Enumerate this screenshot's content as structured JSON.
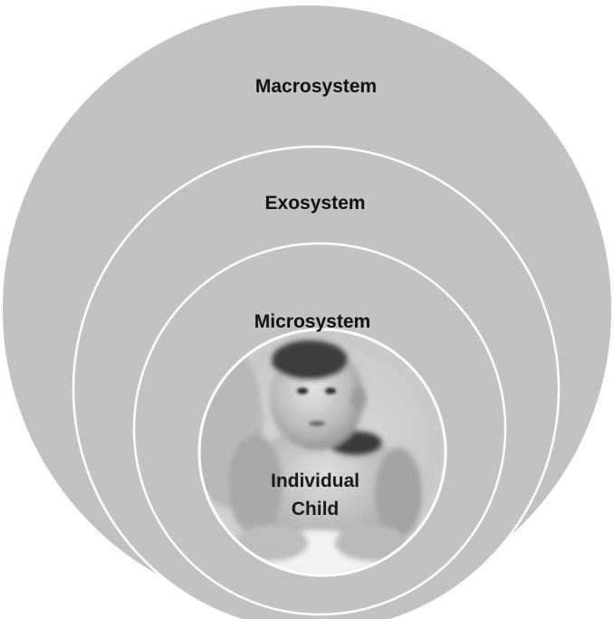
{
  "diagram": {
    "rings": [
      {
        "id": "macrosystem",
        "label": "Macrosystem"
      },
      {
        "id": "exosystem",
        "label": "Exosystem"
      },
      {
        "id": "microsystem",
        "label": "Microsystem"
      }
    ],
    "center": {
      "line1": "Individual",
      "line2": "Child",
      "image": "baby-photo"
    },
    "colors": {
      "ring_fill": "#c2c2c4",
      "ring_stroke": "#ffffff",
      "label": "#111111"
    }
  }
}
